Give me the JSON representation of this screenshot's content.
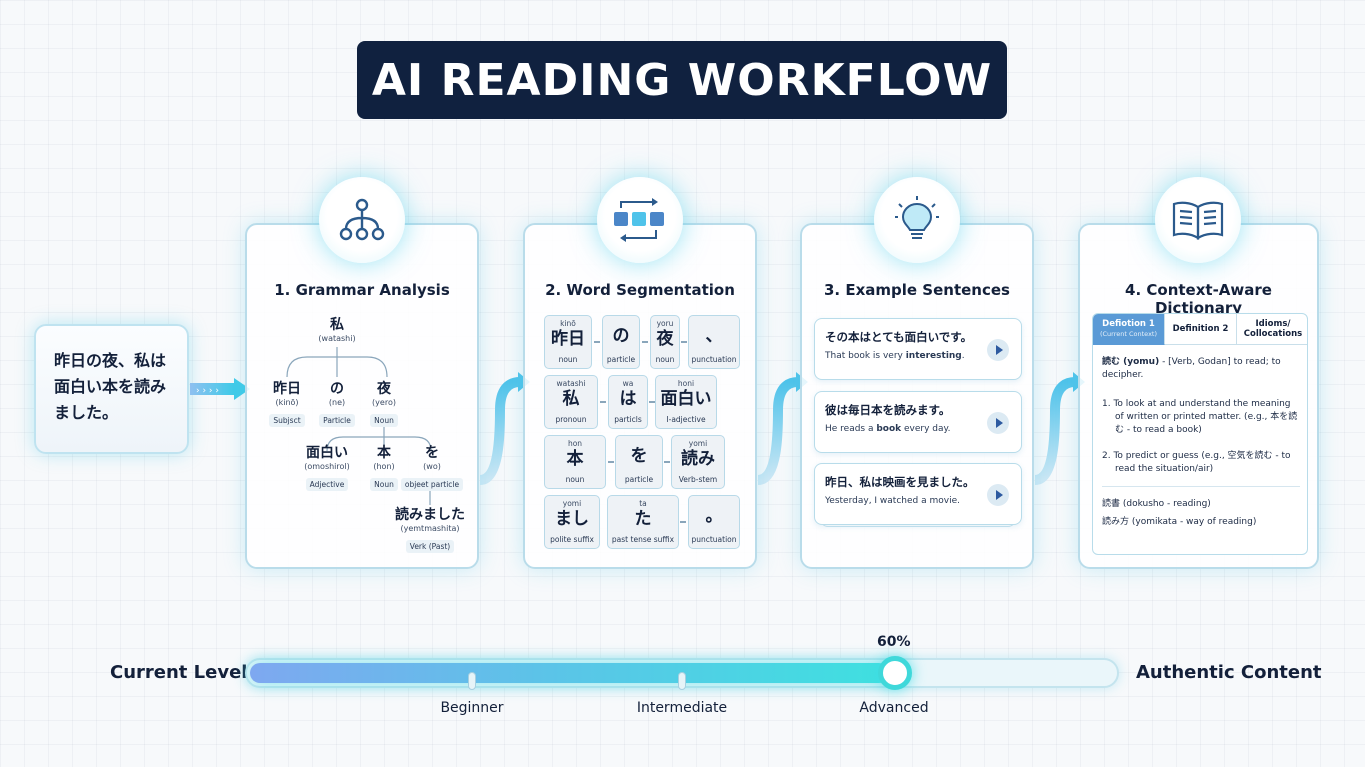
{
  "title": "AI READING WORKFLOW",
  "input": {
    "lines": [
      "昨日の夜、私は",
      "面白い本を読み",
      "ました。"
    ]
  },
  "panels": [
    {
      "title": "1. Grammar Analysis",
      "icon": "tree-hierarchy-icon",
      "root": {
        "jp": "私",
        "reading": "(watashi)"
      },
      "nodes": [
        {
          "jp": "昨日",
          "reading": "(kinō)",
          "tag": "Subjsct"
        },
        {
          "jp": "の",
          "reading": "(ne)",
          "tag": "Particle"
        },
        {
          "jp": "夜",
          "reading": "(yero)",
          "tag": "Noun"
        },
        {
          "jp": "面白い",
          "reading": "(omoshirol)",
          "tag": "Adjective"
        },
        {
          "jp": "本",
          "reading": "(hon)",
          "tag": "Noun"
        },
        {
          "jp": "を",
          "reading": "(wo)",
          "tag": "objeet particle"
        },
        {
          "jp": "読みました",
          "reading": "(yemtmashita)",
          "tag": "Verk (Past)"
        }
      ]
    },
    {
      "title": "2. Word Segmentation",
      "icon": "segment-blocks-icon",
      "tiles": [
        {
          "reading": "kinō",
          "jp": "昨日",
          "label": "noun"
        },
        {
          "reading": "",
          "jp": "の",
          "label": "particle"
        },
        {
          "reading": "yoru",
          "jp": "夜",
          "label": "noun"
        },
        {
          "reading": "",
          "jp": "、",
          "label": "punctuation"
        },
        {
          "reading": "watashi",
          "jp": "私",
          "label": "pronoun"
        },
        {
          "reading": "wa",
          "jp": "は",
          "label": "particls"
        },
        {
          "reading": "honi",
          "jp": "面白い",
          "label": "I-adjective"
        },
        {
          "reading": "hon",
          "jp": "本",
          "label": "noun"
        },
        {
          "reading": "",
          "jp": "を",
          "label": "particle"
        },
        {
          "reading": "yomi",
          "jp": "読み",
          "label": "Verb-stem"
        },
        {
          "reading": "yomi",
          "jp": "まし",
          "label": "polite suffix"
        },
        {
          "reading": "ta",
          "jp": "た",
          "label": "past tense suffix"
        },
        {
          "reading": "",
          "jp": "。",
          "label": "punctuation"
        }
      ]
    },
    {
      "title": "3. Example Sentences",
      "icon": "lightbulb-icon",
      "sentences": [
        {
          "jp": "その本はとても面白いです。",
          "en_pre": "That book is very ",
          "en_bold": "interesting",
          "en_post": "."
        },
        {
          "jp": "彼は毎日本を読みます。",
          "en_pre": "He reads a ",
          "en_bold": "book",
          "en_post": " every day."
        },
        {
          "jp": "昨日、私は映画を見ました。",
          "en_pre": "Yesterday, I watched a movie.",
          "en_bold": "",
          "en_post": ""
        }
      ]
    },
    {
      "title": "4. Context-Aware Dictionary",
      "icon": "open-book-icon",
      "tabs": [
        {
          "label": "Defiotion 1",
          "sub": "(Current Context)"
        },
        {
          "label": "Definition 2",
          "sub": ""
        },
        {
          "label": "Idioms/",
          "sub": "Collocations"
        }
      ],
      "headword": "読む (yomu)",
      "headword_def": " - [Verb, Godan] to read; to decipher.",
      "definitions": [
        "1. To look at and understand the meaning of written or printed matter. (e.g., 本を読む - to read a book)",
        "2. To predict or guess (e.g., 空気を読む - to read the situation/air)"
      ],
      "related": [
        "読書 (dokusho - reading)",
        "読み方 (yomikata - way of reading)"
      ]
    }
  ],
  "progress": {
    "left_label": "Current Level",
    "right_label": "Authentic Content",
    "percent_label": "60%",
    "value": 0.74,
    "markers": [
      "Beginner",
      "Intermediate",
      "Advanced"
    ]
  },
  "colors": {
    "title_bg": "#10213f",
    "accent": "#3fd8da",
    "tab_active": "#5a9ad6"
  }
}
